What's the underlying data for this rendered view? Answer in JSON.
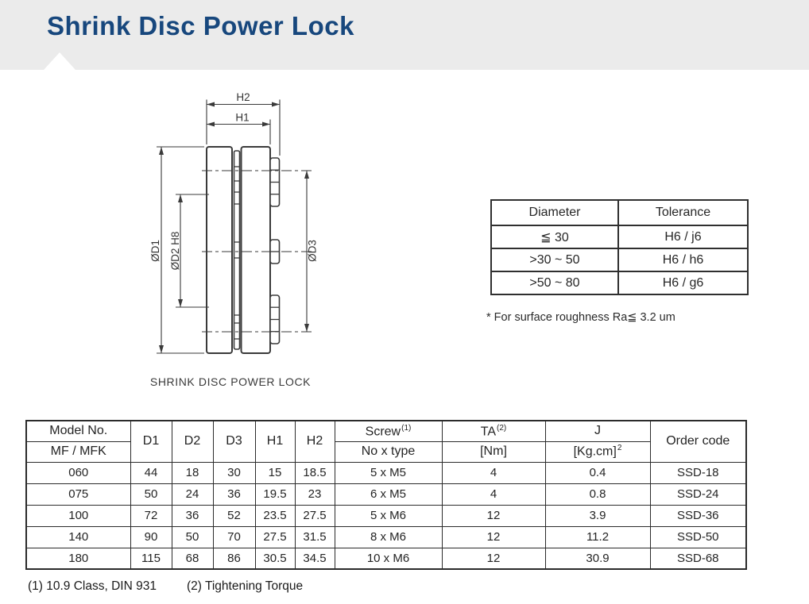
{
  "page": {
    "title": "Shrink Disc Power Lock",
    "title_color": "#17477d",
    "header_band_color": "#ebebeb"
  },
  "drawing": {
    "caption": "SHRINK DISC POWER LOCK",
    "labels": {
      "h2": "H2",
      "h1": "H1",
      "d1": "ØD1",
      "d2": "ØD2 H8",
      "d3": "ØD3"
    }
  },
  "tolerance_table": {
    "headers": [
      "Diameter",
      "Tolerance"
    ],
    "rows": [
      [
        "≦ 30",
        "H6 / j6"
      ],
      [
        ">30 ~ 50",
        "H6 / h6"
      ],
      [
        ">50 ~ 80",
        "H6 / g6"
      ]
    ],
    "note": "* For surface roughness Ra≦ 3.2 um"
  },
  "main_table": {
    "header": {
      "model_no": "Model No.",
      "model_sub": "MF / MFK",
      "d1": "D1",
      "d2": "D2",
      "d3": "D3",
      "h1": "H1",
      "h2": "H2",
      "screw": "Screw",
      "screw_sup": "(1)",
      "screw_sub": "No x type",
      "ta": "TA",
      "ta_sup": "(2)",
      "ta_unit": "[Nm]",
      "j": "J",
      "j_unit": "[Kg.cm]",
      "j_unit_sup": "2",
      "order_code": "Order code"
    },
    "rows": [
      {
        "model": "060",
        "d1": "44",
        "d2": "18",
        "d3": "30",
        "h1": "15",
        "h2": "18.5",
        "screw": "5 x M5",
        "ta": "4",
        "j": "0.4",
        "order": "SSD-18"
      },
      {
        "model": "075",
        "d1": "50",
        "d2": "24",
        "d3": "36",
        "h1": "19.5",
        "h2": "23",
        "screw": "6 x M5",
        "ta": "4",
        "j": "0.8",
        "order": "SSD-24"
      },
      {
        "model": "100",
        "d1": "72",
        "d2": "36",
        "d3": "52",
        "h1": "23.5",
        "h2": "27.5",
        "screw": "5 x M6",
        "ta": "12",
        "j": "3.9",
        "order": "SSD-36"
      },
      {
        "model": "140",
        "d1": "90",
        "d2": "50",
        "d3": "70",
        "h1": "27.5",
        "h2": "31.5",
        "screw": "8 x M6",
        "ta": "12",
        "j": "11.2",
        "order": "SSD-50"
      },
      {
        "model": "180",
        "d1": "115",
        "d2": "68",
        "d3": "86",
        "h1": "30.5",
        "h2": "34.5",
        "screw": "10 x M6",
        "ta": "12",
        "j": "30.9",
        "order": "SSD-68"
      }
    ]
  },
  "footnotes": {
    "note1": "(1) 10.9 Class, DIN 931",
    "note2": "(2) Tightening Torque"
  }
}
